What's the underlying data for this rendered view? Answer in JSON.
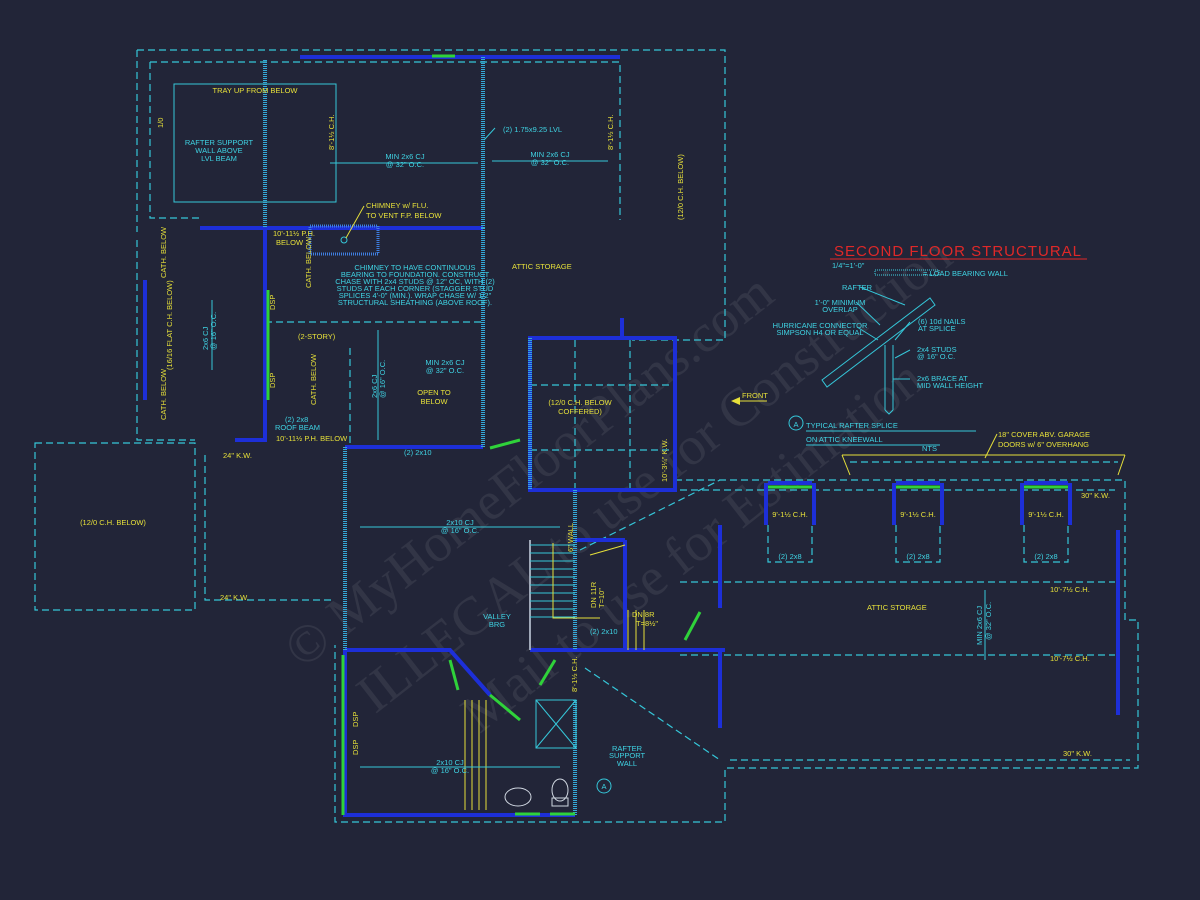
{
  "title": "SECOND FLOOR STRUCTURAL",
  "scale": "1/4\"=1'-0\"",
  "legend": {
    "load_bearing_wall": "= LOAD BEARING WALL"
  },
  "colors": {
    "background": "#222538",
    "wall": "#1d2fd8",
    "dim": "#3fd3e3",
    "note": "#e6e03a",
    "window": "#2fd23a",
    "title": "#e02828"
  },
  "watermark": [
    "© MyHomeFloorPlans.com",
    "ILLEGAL to use for Construction",
    "Mail to use for Estimation"
  ],
  "labels": {
    "tray_up": "TRAY UP FROM BELOW",
    "one_zero": "1/0",
    "rafter_support_1": "RAFTER SUPPORT",
    "rafter_support_2": "WALL ABOVE",
    "rafter_support_3": "LVL BEAM",
    "ch_8_a": "8'-1½ C.H.",
    "ch_8_b": "8'-1½ C.H.",
    "ch_8_c": "8'-1½ C.H.",
    "lvl": "(2) 1.75x9.25 LVL",
    "cj_min": "MIN 2x6 CJ",
    "cj_32": "@ 32\" O.C.",
    "chimney_1": "CHIMNEY w/ FLU.",
    "chimney_2": "TO VENT F.P. BELOW",
    "ph_1": "10'-11½ P.H.",
    "ph_2": "BELOW",
    "ph_full": "10'-11½ P.H. BELOW",
    "chimney_note": [
      "CHIMNEY TO HAVE CONTINUOUS",
      "BEARING TO FOUNDATION. CONSTRUCT",
      "CHASE WITH 2x4 STUDS @ 12\" OC, WITH (2)",
      "STUDS AT EACH CORNER (STAGGER STUD",
      "SPLICES 4'-0\" (MIN.). WRAP CHASE W/ 1/2\"",
      "STRUCTURAL SHEATHING (ABOVE ROOF)."
    ],
    "attic_storage": "ATTIC STORAGE",
    "cath_below": "CATH. BELOW",
    "dsp": "DSP",
    "flat_ch": "(16/16 FLAT C.H. BELOW)",
    "cj_2x6": "2x6 CJ",
    "cj_16": "@ 16\" O.C.",
    "two_story": "(2-STORY)",
    "open_to_1": "OPEN TO",
    "open_to_2": "BELOW",
    "coffered_1": "(12/0 C.H. BELOW",
    "coffered_2": "COFFERED)",
    "roof_beam_1": "(2) 2x8",
    "roof_beam_2": "ROOF BEAM",
    "two_2x10": "(2) 2x10",
    "kw_24": "24\" K.W.",
    "ch_below_12": "(12/0 C.H. BELOW)",
    "kw_10": "10'-3¼\" K.W.",
    "cj_2x10": "2x10 CJ",
    "wall_6": "6\" WALL",
    "dn_11r": "DN 11R",
    "t_10": "T=10\"",
    "dn_8r": "DN 8R",
    "t_8": "T=8½\"",
    "valley_1": "VALLEY",
    "valley_2": "BRG",
    "rsw_1": "RAFTER",
    "rsw_2": "SUPPORT",
    "rsw_3": "WALL",
    "callout_a": "A",
    "front": "FRONT",
    "splice_title_1": "TYPICAL RAFTER SPLICE",
    "splice_title_2": "ON ATTIC KNEEWALL",
    "nts": "NTS",
    "rafter": "RAFTER",
    "overlap_1": "1'-0\" MINIMUM",
    "overlap_2": "OVERLAP",
    "hurricane_1": "HURRICANE CONNECTOR",
    "hurricane_2": "SIMPSON H4 OR EQUAL",
    "nails_1": "(6) 10d NAILS",
    "nails_2": "AT SPLICE",
    "studs_1": "2x4 STUDS",
    "studs_2": "@ 16\" O.C.",
    "brace_1": "2x6 BRACE AT",
    "brace_2": "MID WALL HEIGHT",
    "garage_1": "18\" COVER ABV. GARAGE",
    "garage_2": "DOORS w/ 6\" OVERHANG",
    "kw_30": "30\" K.W.",
    "ch_9": "9'-1½ C.H.",
    "two_2x8": "(2) 2x8",
    "ch_10": "10'-7½ C.H."
  }
}
